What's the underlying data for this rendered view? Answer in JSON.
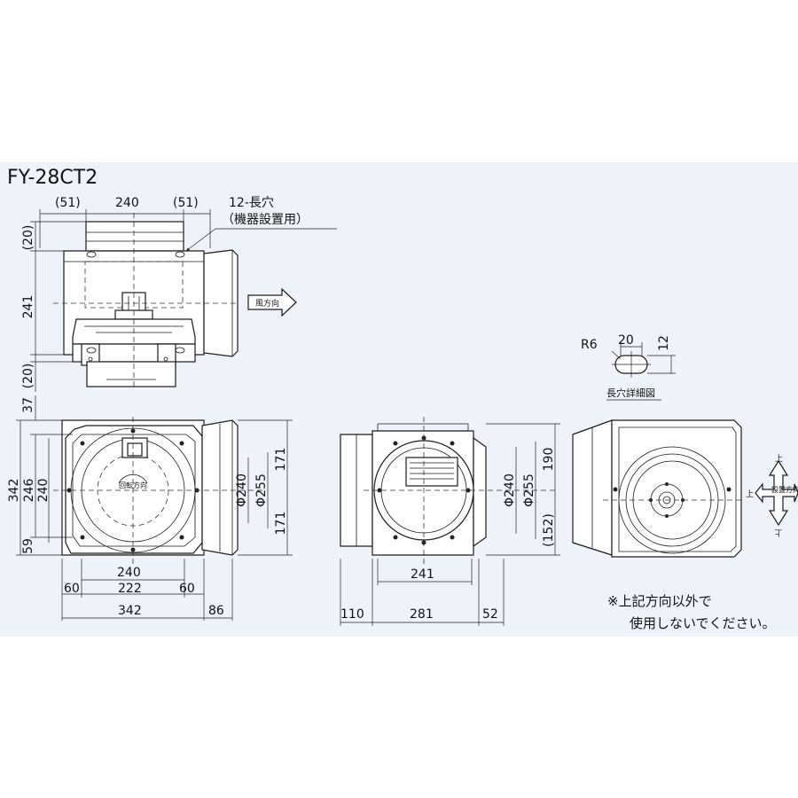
{
  "model": "FY-28CT2",
  "colors": {
    "panel_bg": "#eef3fa",
    "line": "#1a1a1a"
  },
  "top_view": {
    "dims_top": [
      "(51)",
      "240",
      "(51)"
    ],
    "dims_left": [
      "(20)",
      "241",
      "(20)"
    ],
    "hole_note": [
      "12-長穴",
      "（機器設置用）"
    ],
    "flow_label": "風方向"
  },
  "front_view": {
    "dims_left": [
      "37",
      "342",
      "246",
      "240",
      "59"
    ],
    "dims_right": [
      "Φ240",
      "Φ255",
      "171",
      "171"
    ],
    "dims_bottom": [
      "240",
      "60",
      "222",
      "60",
      "342",
      "86"
    ],
    "rotation_label": "回転方向"
  },
  "side_view": {
    "dims_right": [
      "Φ240",
      "Φ255",
      "190",
      "(152)"
    ],
    "dims_bottom": [
      "241",
      "110",
      "281",
      "52"
    ]
  },
  "slot_detail": {
    "radius": "R6",
    "width": "20",
    "height": "12",
    "label": "長穴詳細図"
  },
  "install_direction": {
    "up": "上",
    "left": "上",
    "down": "上",
    "label": "設置方向"
  },
  "note": [
    "※上記方向以外で",
    "使用しないでください。"
  ]
}
